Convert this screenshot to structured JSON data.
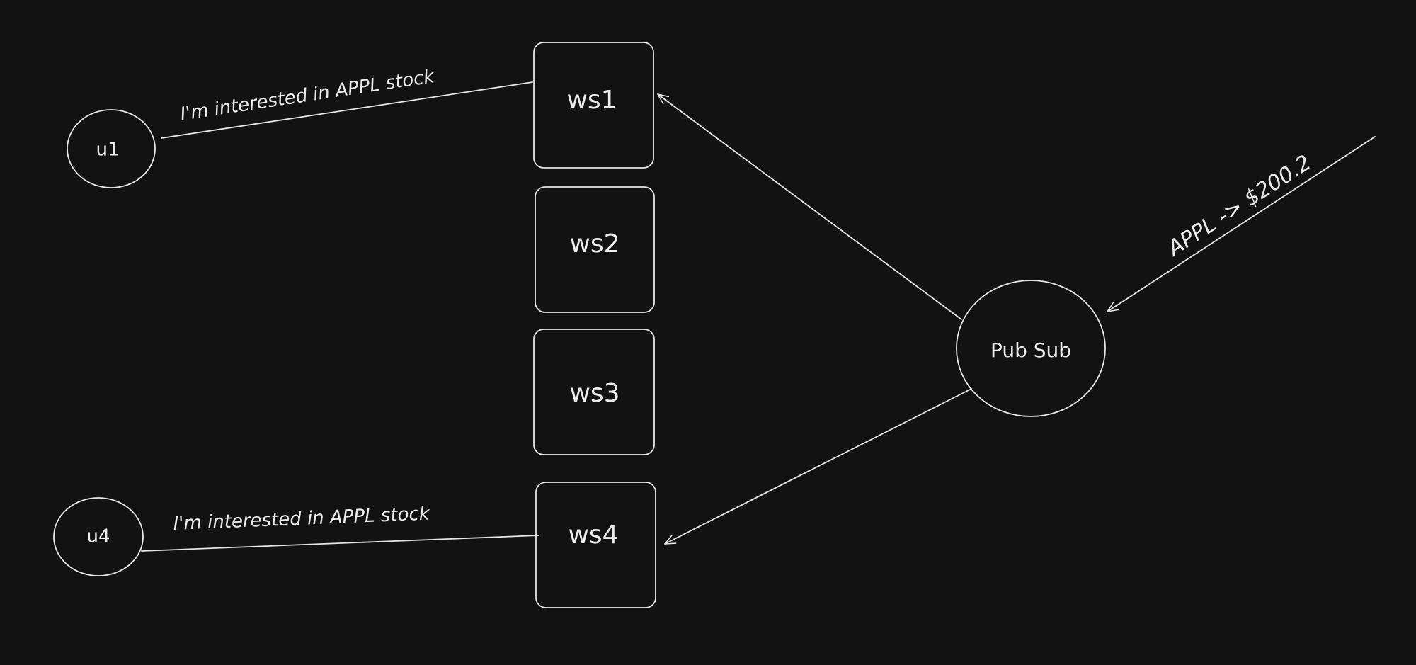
{
  "diagram": {
    "colors": {
      "background": "#121212",
      "stroke": "#e6e6e6",
      "text": "#ececec"
    },
    "nodes": {
      "u1": "u1",
      "u4": "u4",
      "ws1": "ws1",
      "ws2": "ws2",
      "ws3": "ws3",
      "ws4": "ws4",
      "pubsub": "Pub Sub"
    },
    "edges": {
      "u1_ws1": "I'm interested in APPL stock",
      "u4_ws4": "I'm interested in APPL stock",
      "external_pubsub": "APPL -> $200.2"
    }
  }
}
